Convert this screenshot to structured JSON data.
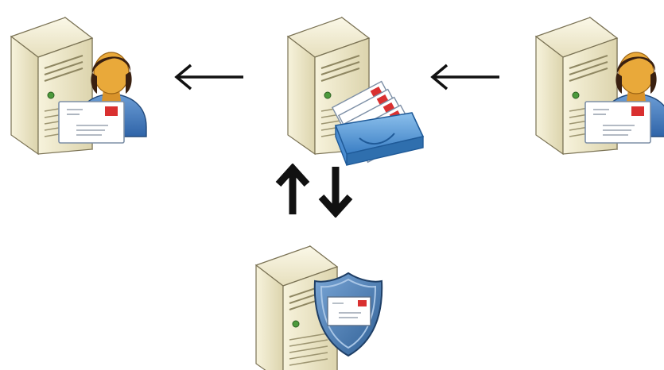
{
  "diagram": {
    "nodes": [
      {
        "id": "recipient",
        "kind": "server-with-user-receiving-mail"
      },
      {
        "id": "mail-server",
        "kind": "server-with-mail-inbox-tray"
      },
      {
        "id": "sender",
        "kind": "server-with-user-sending-mail"
      },
      {
        "id": "security-gateway",
        "kind": "server-with-mail-shield"
      }
    ],
    "edges": [
      {
        "from": "sender",
        "to": "mail-server",
        "direction": "left"
      },
      {
        "from": "mail-server",
        "to": "recipient",
        "direction": "left"
      },
      {
        "between": [
          "mail-server",
          "security-gateway"
        ],
        "direction": "bidirectional-vertical"
      }
    ],
    "icons": {
      "server": "server-tower-icon",
      "user": "user-avatar-icon",
      "envelope": "envelope-icon",
      "inbox": "mail-inbox-tray-icon",
      "shield": "security-shield-icon"
    },
    "colors": {
      "server_body": "#ece6c4",
      "server_side": "#bfb792",
      "user_skin": "#e9a93a",
      "user_hair": "#3a2010",
      "user_shirt": "#4a7fc1",
      "shield": "#4f7fb3",
      "inbox_tray": "#5a9ad6",
      "envelope_stamp": "#d93030",
      "arrow": "#111111"
    }
  }
}
